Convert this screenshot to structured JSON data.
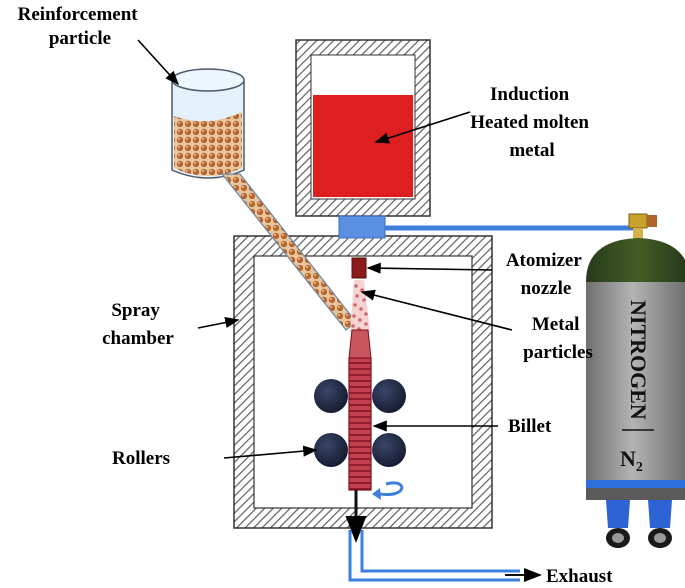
{
  "labels": {
    "reinforcement_particle": [
      "Reinforcement",
      "particle"
    ],
    "induction": [
      "Induction",
      "Heated molten",
      "metal"
    ],
    "atomizer_nozzle": [
      "Atomizer",
      "nozzle"
    ],
    "metal_particles": [
      "Metal",
      "particles"
    ],
    "spray_chamber": [
      "Spray",
      "chamber"
    ],
    "billet": "Billet",
    "rollers": "Rollers",
    "exhaust": "Exhaust"
  },
  "cylinder": {
    "name": "NITROGEN",
    "formula_main": "N",
    "formula_sub": "2"
  },
  "colors": {
    "molten_metal": "#dd1f1f",
    "hatch": "#6b6b6b",
    "pipe_blue": "#3f7fdc",
    "cylinder_cap": "#324a1b",
    "cylinder_body": "#8f8f8f",
    "roller": "#1c2440",
    "particle": "#b5652e",
    "billet": "#b02a3a"
  }
}
